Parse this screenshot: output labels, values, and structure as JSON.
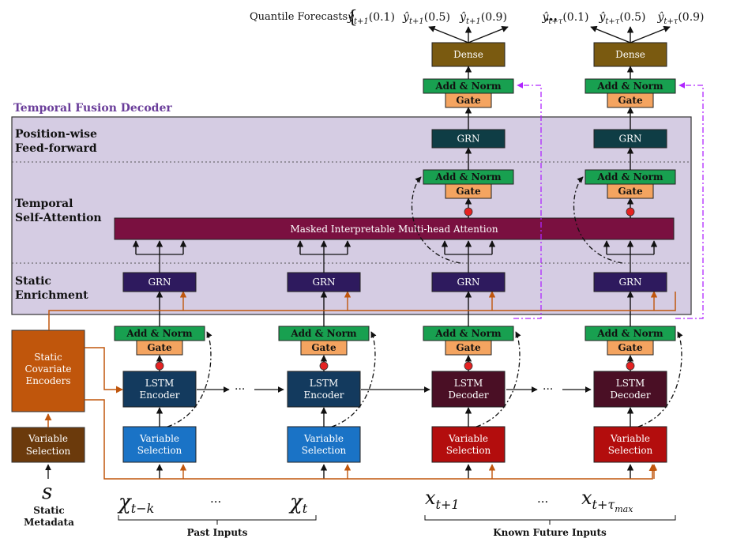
{
  "decoder_title": "Temporal Fusion Decoder",
  "sections": {
    "ffn_line1": "Position-wise",
    "ffn_line2": "Feed-forward",
    "attn_line1": "Temporal",
    "attn_line2": "Self-Attention",
    "enrich_line1": "Static",
    "enrich_line2": "Enrichment"
  },
  "blocks": {
    "dense": "Dense",
    "add_norm": "Add & Norm",
    "gate": "Gate",
    "grn": "GRN",
    "attention": "Masked Interpretable Multi-head Attention",
    "lstm_encoder_1": "LSTM",
    "lstm_encoder_2": "Encoder",
    "lstm_decoder_1": "LSTM",
    "lstm_decoder_2": "Decoder",
    "varsel_1": "Variable",
    "varsel_2": "Selection",
    "static_cov_1": "Static",
    "static_cov_2": "Covariate",
    "static_cov_3": "Encoders"
  },
  "quantile_label": "Quantile Forecasts",
  "forecasts": [
    {
      "hat": "ŷ",
      "sub": "t+1",
      "arg": "(0.1)"
    },
    {
      "hat": "ŷ",
      "sub": "t+1",
      "arg": "(0.5)"
    },
    {
      "hat": "ŷ",
      "sub": "t+1",
      "arg": "(0.9)"
    },
    {
      "hat": "ŷ",
      "sub": "t+τ",
      "arg": "(0.1)"
    },
    {
      "hat": "ŷ",
      "sub": "t+τ",
      "arg": "(0.5)"
    },
    {
      "hat": "ŷ",
      "sub": "t+τ",
      "arg": "(0.9)"
    }
  ],
  "ellipsis": "…",
  "ellipsis_small": "···",
  "inputs": {
    "s": "s",
    "static_meta_1": "Static",
    "static_meta_2": "Metadata",
    "chi": "χ",
    "chi_sub_k": "t−k",
    "chi_sub_t": "t",
    "x": "x",
    "x_sub_1": "t+1",
    "x_sub_max": "t+τ",
    "x_sub_max_small": "max",
    "past": "Past Inputs",
    "future": "Known Future Inputs"
  },
  "colors": {
    "decoder_bg": "#d5cce3",
    "decoder_title": "#6a3d9a",
    "add_norm": "#18a050",
    "gate": "#f4a460",
    "grn_top": "#0f3d45",
    "grn_enrich": "#2e1a5e",
    "attention": "#7a1040",
    "dense": "#7a5a10",
    "lstm_enc": "#133a5e",
    "lstm_dec": "#4a0f25",
    "varsel_past": "#1a73c6",
    "varsel_future": "#b30d0d",
    "static_cov": "#c0560c",
    "varsel_static": "#6b3a0c",
    "orange_line": "#c0560c",
    "purple_dash": "#b026ff",
    "red_dot": "#e52222"
  }
}
